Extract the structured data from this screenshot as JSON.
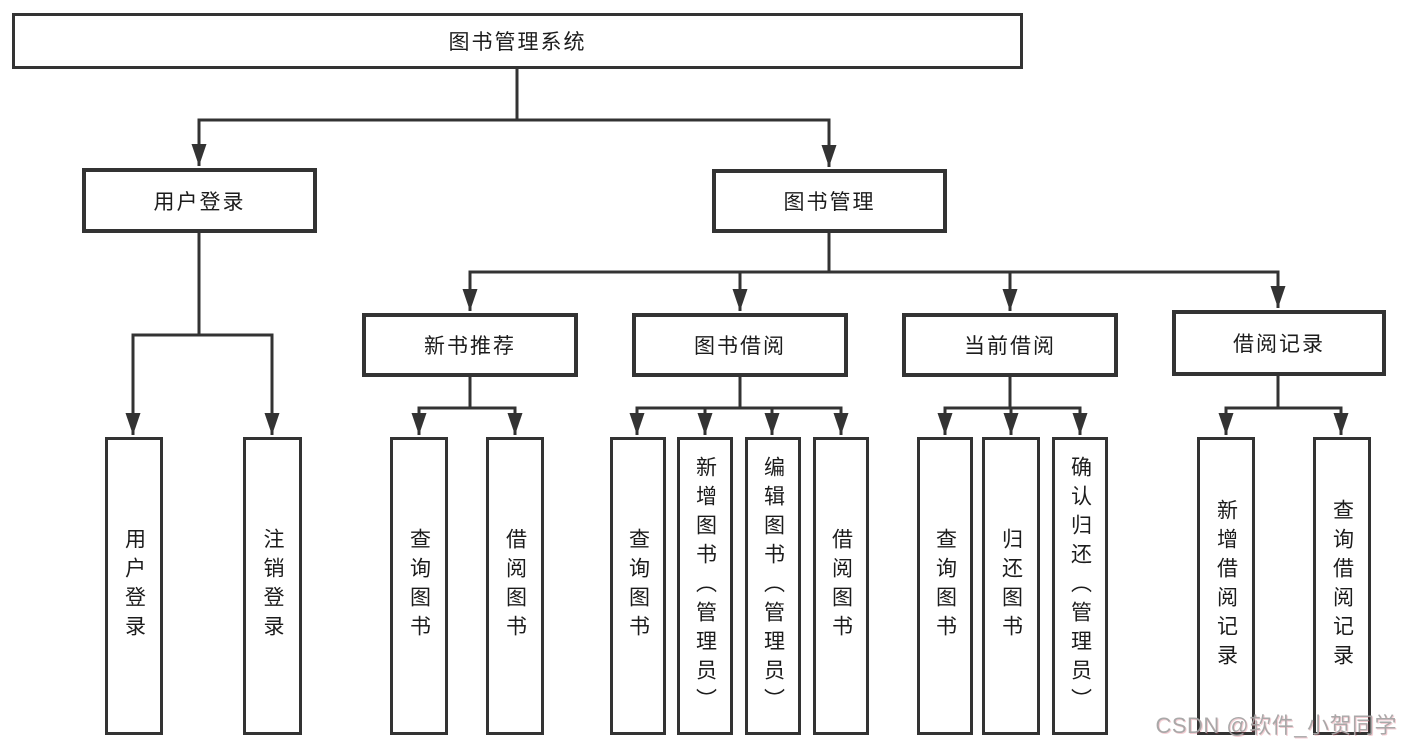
{
  "diagram_type": "hierarchy-tree",
  "tree": {
    "label": "图书管理系统",
    "children": [
      {
        "label": "用户登录",
        "children": [
          {
            "label": "用户登录"
          },
          {
            "label": "注销登录"
          }
        ]
      },
      {
        "label": "图书管理",
        "children": [
          {
            "label": "新书推荐",
            "children": [
              {
                "label": "查询图书"
              },
              {
                "label": "借阅图书"
              }
            ]
          },
          {
            "label": "图书借阅",
            "children": [
              {
                "label": "查询图书"
              },
              {
                "label": "新增图书（管理员）"
              },
              {
                "label": "编辑图书（管理员）"
              },
              {
                "label": "借阅图书"
              }
            ]
          },
          {
            "label": "当前借阅",
            "children": [
              {
                "label": "查询图书"
              },
              {
                "label": "归还图书"
              },
              {
                "label": "确认归还（管理员）"
              }
            ]
          },
          {
            "label": "借阅记录",
            "children": [
              {
                "label": "新增借阅记录"
              },
              {
                "label": "查询借阅记录"
              }
            ]
          }
        ]
      }
    ]
  },
  "watermark": {
    "text": "CSDN @软件_小贺同学"
  },
  "colors": {
    "line": "#333333",
    "text": "#1c1c1c",
    "background": "#ffffff",
    "watermark": "#a4a4a4"
  }
}
